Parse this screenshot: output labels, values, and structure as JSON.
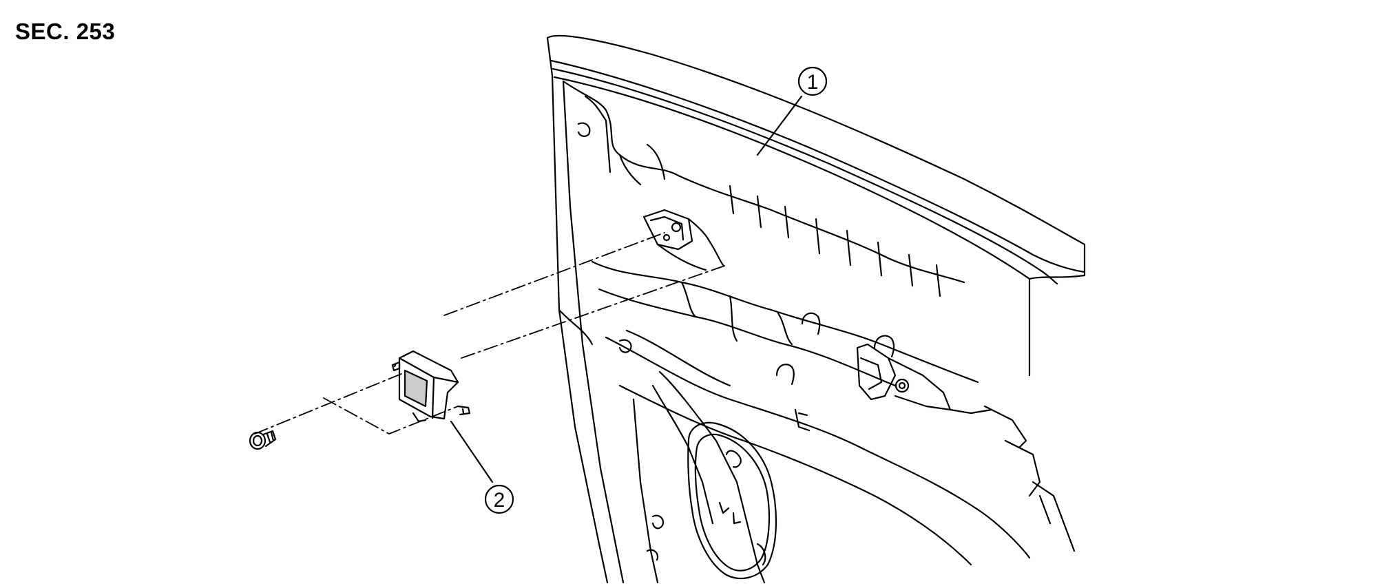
{
  "section": {
    "label": "SEC. 253"
  },
  "callouts": [
    {
      "number": "1",
      "part": "door-finisher"
    },
    {
      "number": "2",
      "part": "control-unit"
    }
  ],
  "colors": {
    "line": "#000000",
    "background": "#ffffff",
    "glass": "#cccccc"
  }
}
